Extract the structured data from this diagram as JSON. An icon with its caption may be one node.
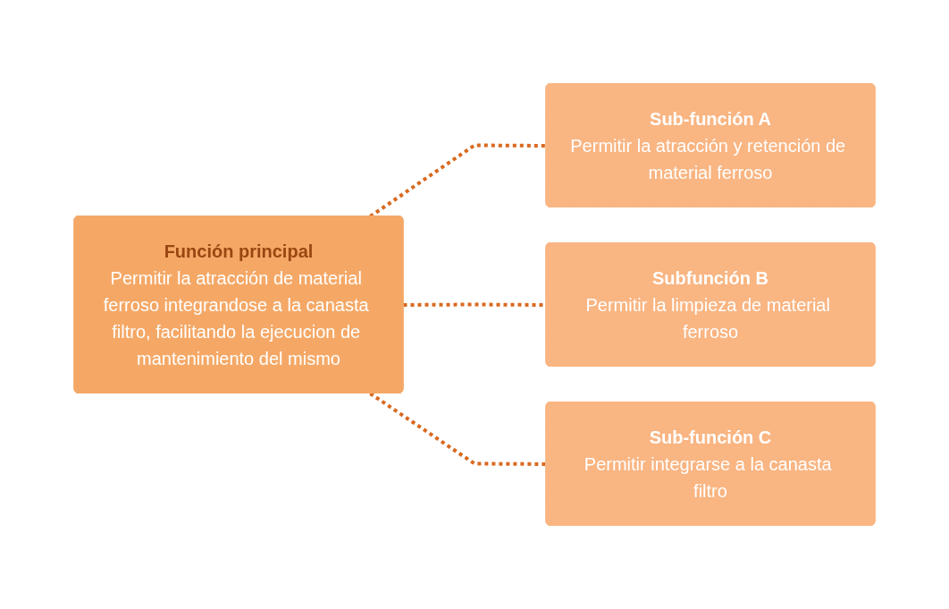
{
  "diagram": {
    "nodes": [
      {
        "text": [
          "Función principal",
          "Permitir la atracción de material ferroso integrandose a la canasta filtro, facilitando la ejecucion de mantenimiento del mismo"
        ]
      },
      {
        "text": [
          "Sub-función A",
          "Permitir la atracción y retención de material ferroso"
        ]
      },
      {
        "text": [
          "Subfunción B",
          "Permitir la limpieza de material ferroso"
        ]
      },
      {
        "text": [
          "Sub-función C",
          "Permitir integrarse a la canasta filtro"
        ]
      }
    ],
    "edges": [
      {
        "from": 0,
        "to": 1,
        "arrow": "none",
        "style": "dashed"
      },
      {
        "from": 0,
        "to": 2,
        "arrow": "none",
        "style": "dashed"
      },
      {
        "from": 0,
        "to": 3,
        "arrow": "none",
        "style": "dashed"
      }
    ]
  }
}
